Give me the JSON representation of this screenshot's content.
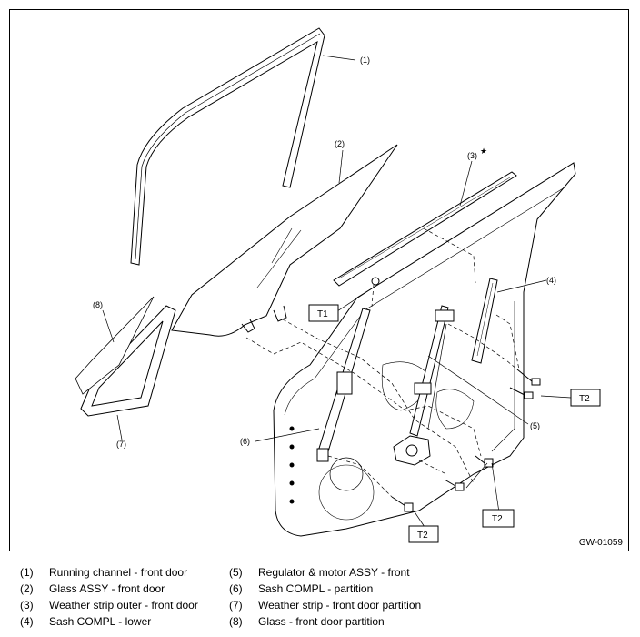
{
  "figure": {
    "id": "GW-01059",
    "callouts": {
      "c1": "(1)",
      "c2": "(2)",
      "c3": "(3)",
      "c4": "(4)",
      "c5": "(5)",
      "c6": "(6)",
      "c7": "(7)",
      "c8": "(8)",
      "star": "★"
    },
    "torque_labels": {
      "t1": "T1",
      "t2a": "T2",
      "t2b": "T2",
      "t2c": "T2"
    }
  },
  "legend": {
    "items": [
      {
        "num": "(1)",
        "label": "Running channel - front door"
      },
      {
        "num": "(2)",
        "label": "Glass ASSY - front door"
      },
      {
        "num": "(3)",
        "label": "Weather strip outer - front door"
      },
      {
        "num": "(4)",
        "label": "Sash COMPL - lower"
      },
      {
        "num": "(5)",
        "label": "Regulator & motor ASSY - front"
      },
      {
        "num": "(6)",
        "label": "Sash COMPL - partition"
      },
      {
        "num": "(7)",
        "label": "Weather strip - front door partition"
      },
      {
        "num": "(8)",
        "label": "Glass - front door partition"
      }
    ]
  }
}
